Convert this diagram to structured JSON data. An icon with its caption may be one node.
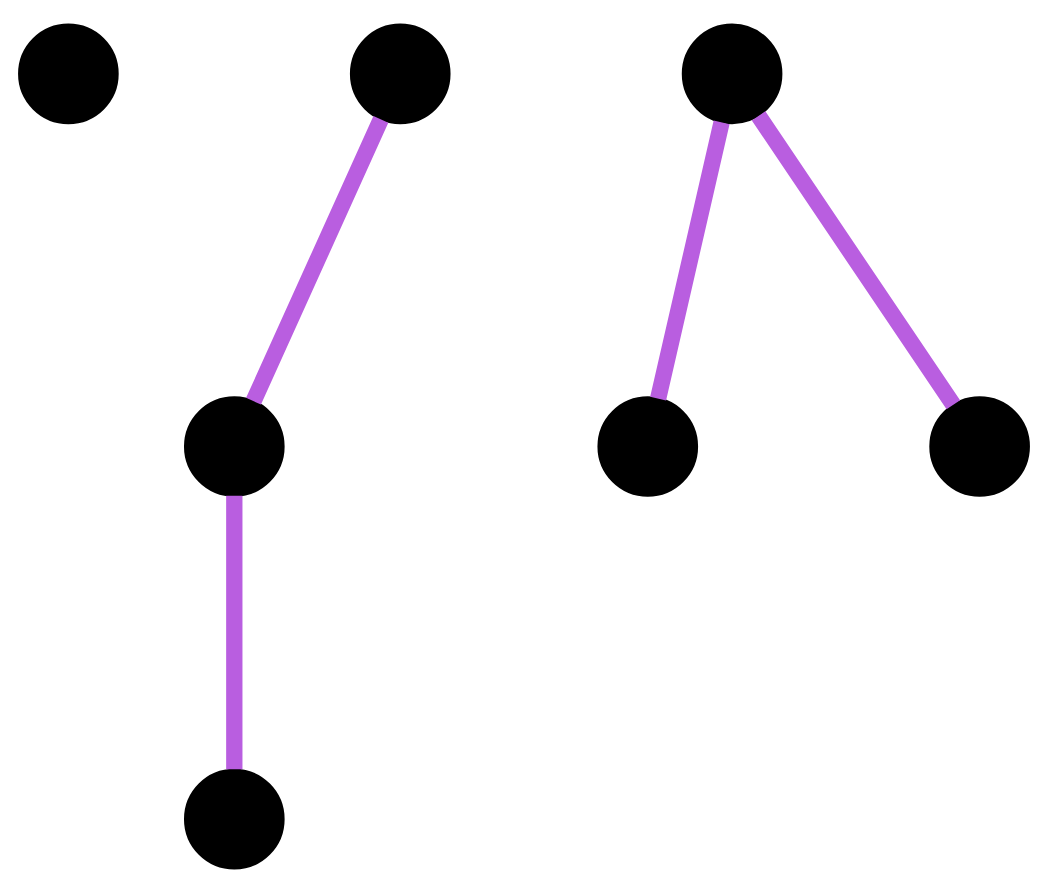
{
  "diagram": {
    "nodes": [
      {
        "text": [],
        "shape": "circle"
      },
      {
        "text": [],
        "shape": "circle"
      },
      {
        "text": [],
        "shape": "circle"
      },
      {
        "text": [],
        "shape": "circle"
      },
      {
        "text": [],
        "shape": "circle"
      },
      {
        "text": [],
        "shape": "circle"
      },
      {
        "text": [],
        "shape": "circle"
      }
    ],
    "edges": [
      {
        "from": 1,
        "to": 3,
        "arrow": "none"
      },
      {
        "from": 3,
        "to": 6,
        "arrow": "none"
      },
      {
        "from": 2,
        "to": 4,
        "arrow": "none"
      },
      {
        "from": 2,
        "to": 5,
        "arrow": "none"
      }
    ]
  }
}
